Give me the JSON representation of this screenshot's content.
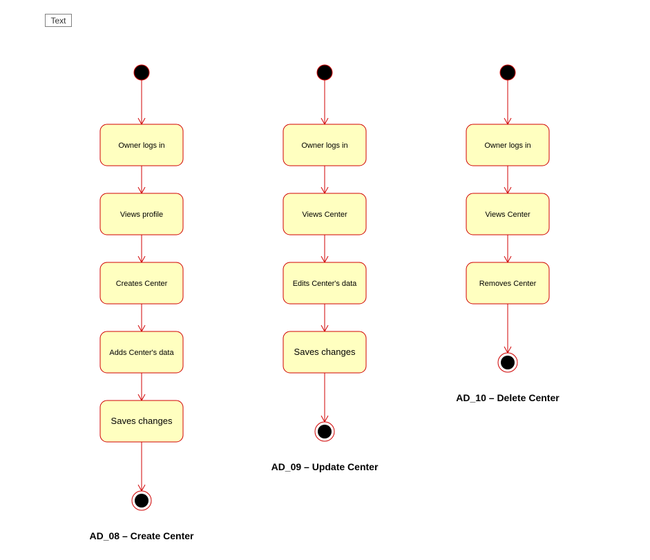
{
  "toolbar": {
    "text_button_label": "Text"
  },
  "colors": {
    "state_fill": "#ffffc0",
    "state_stroke": "#d00000",
    "node_fill": "#000000"
  },
  "diagrams": [
    {
      "caption": "AD_08  –  Create Center",
      "steps": [
        "Owner logs in",
        "Views profile",
        "Creates Center",
        "Adds Center's data",
        "Saves changes"
      ]
    },
    {
      "caption": "AD_09  –  Update Center",
      "steps": [
        "Owner logs in",
        "Views Center",
        "Edits Center's data",
        "Saves changes"
      ]
    },
    {
      "caption": "AD_10  –  Delete Center",
      "steps": [
        "Owner logs in",
        "Views Center",
        "Removes Center"
      ]
    }
  ]
}
